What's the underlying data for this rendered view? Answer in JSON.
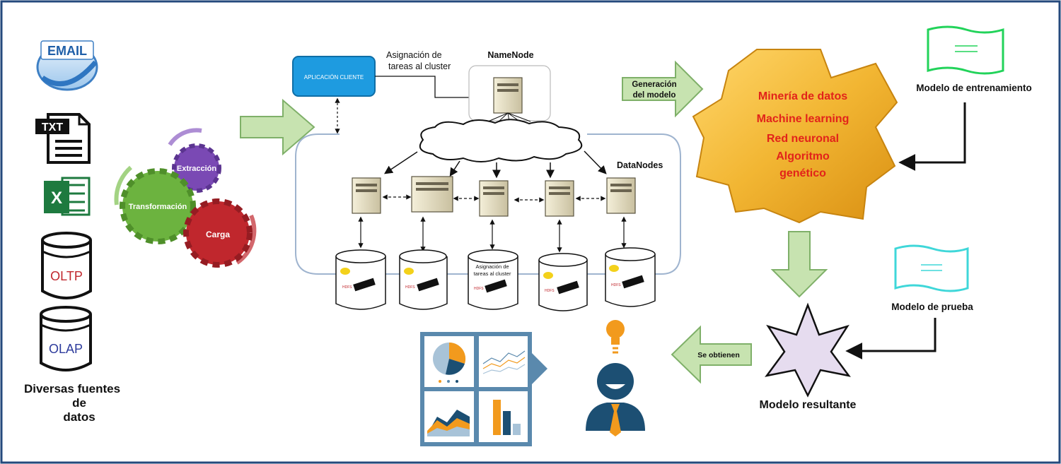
{
  "sources": {
    "title_lines": [
      "Diversas fuentes",
      "de",
      "datos"
    ],
    "email_label": "EMAIL",
    "txt_label": "TXT",
    "excel_label": "X",
    "oltp_label": "OLTP",
    "olap_label": "OLAP"
  },
  "etl": {
    "extraccion": "Extracción",
    "transformacion": "Transformación",
    "carga": "Carga"
  },
  "hadoop": {
    "client_app": "APLICACIÓN CLIENTE",
    "assign_top_lines": [
      "Asignación de",
      "tareas al cluster"
    ],
    "namenode": "NameNode",
    "datanodes": "DataNodes",
    "assign_mid_lines": [
      "Asignación de",
      "tareas al cluster"
    ],
    "disk_small_text": "HDFS"
  },
  "modeling": {
    "generacion_lines": [
      "Generación",
      "del modelo"
    ],
    "gear_lines": [
      "Minería de datos",
      "Machine learning",
      "Red neuronal",
      "Algoritmo",
      "genético"
    ],
    "modelo_entrenamiento": "Modelo de entrenamiento",
    "modelo_prueba": "Modelo de prueba",
    "modelo_resultante": "Modelo resultante",
    "se_obtienen": "Se obtienen"
  },
  "colors": {
    "frame": "#24497c",
    "green_arrow": "#c7e3b0",
    "green_arrow_stroke": "#7fb069",
    "gear_yellow": "#f2b633",
    "gear_red_text": "#e2231a",
    "client_blue": "#1e9be0",
    "gear_etl_purple": "#7a49b4",
    "gear_etl_green": "#6cb33f",
    "gear_etl_red": "#c0272d",
    "doc_green": "#22d35a",
    "doc_cyan": "#3fd7d9",
    "star_fill": "#e6dcef",
    "dashboard_frame": "#5a89ad",
    "person_navy": "#1c4f73",
    "tie_orange": "#f29a1d"
  }
}
